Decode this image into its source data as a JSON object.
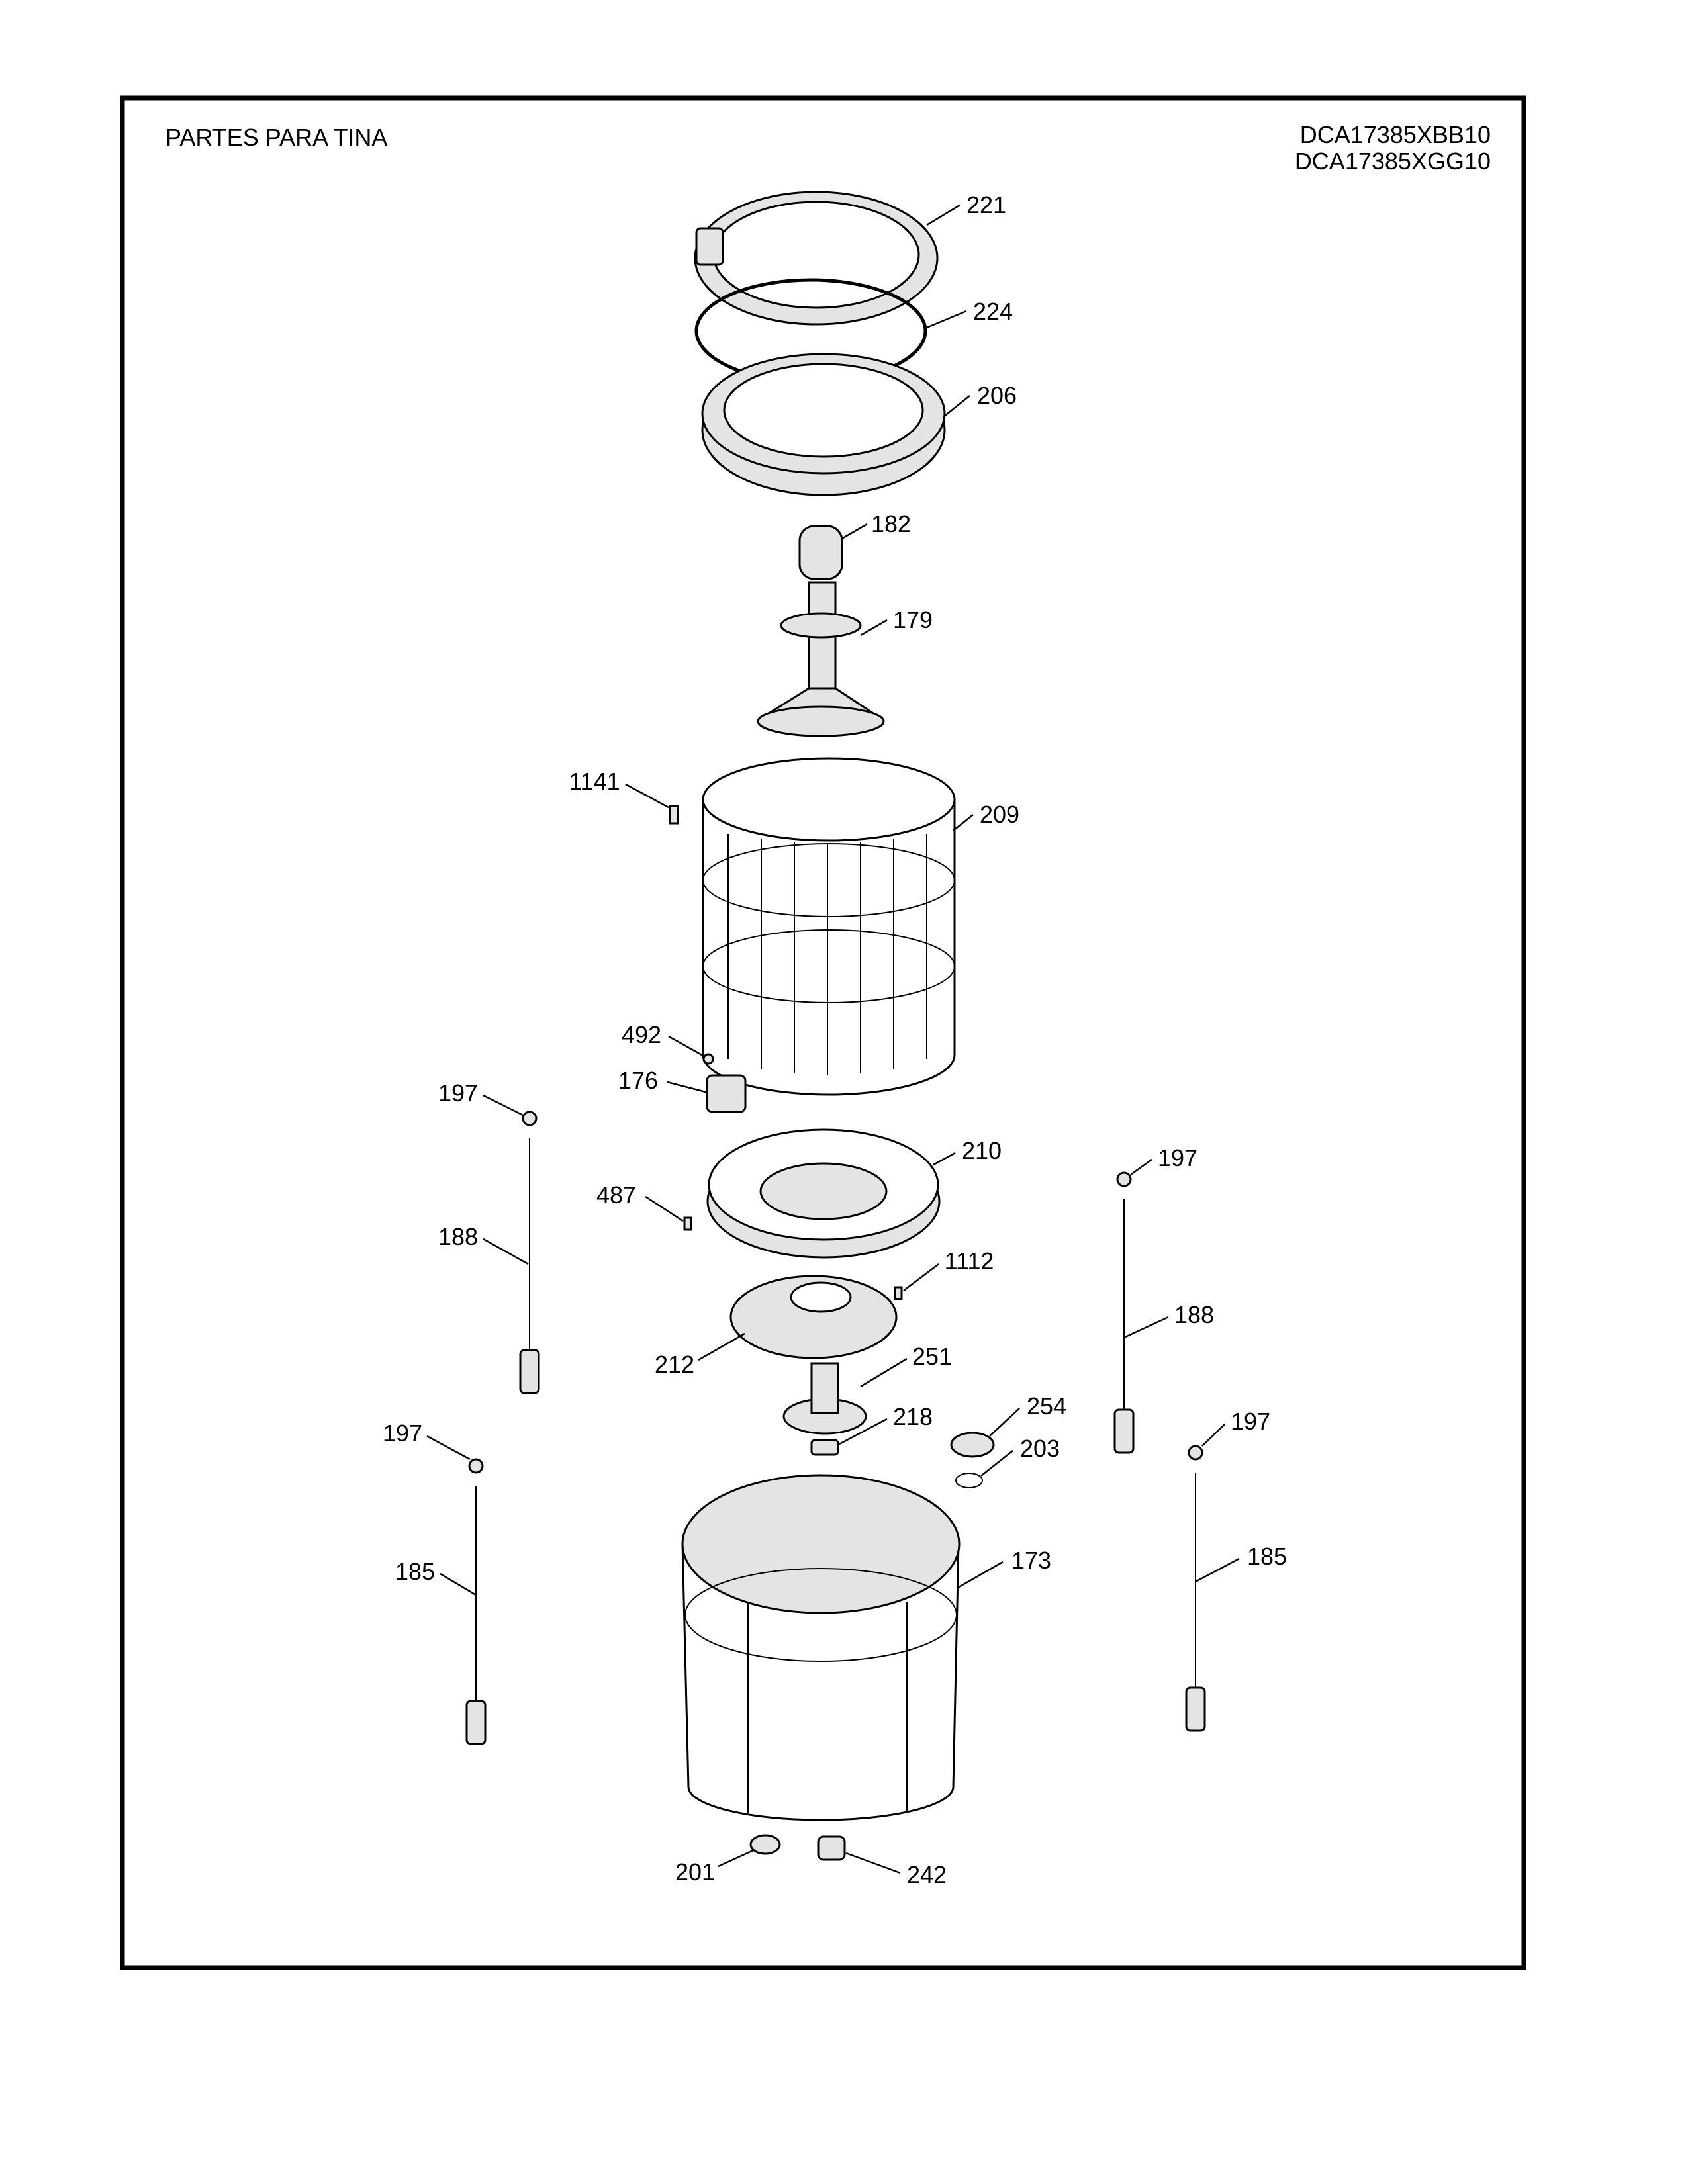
{
  "title": "PARTES PARA TINA",
  "models": [
    "DCA17385XBB10",
    "DCA17385XGG10"
  ],
  "labels": [
    "221",
    "224",
    "206",
    "182",
    "179",
    "1141",
    "209",
    "492",
    "176",
    "197",
    "210",
    "197",
    "487",
    "188",
    "1112",
    "188",
    "212",
    "251",
    "254",
    "218",
    "197",
    "203",
    "197",
    "173",
    "185",
    "185",
    "201",
    "242"
  ]
}
